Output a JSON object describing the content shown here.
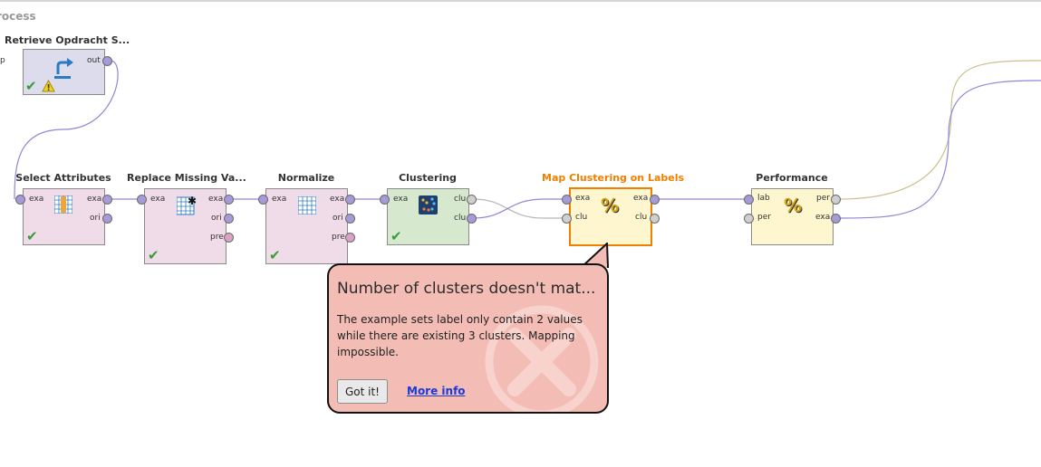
{
  "canvas": {
    "process_label": "rocess"
  },
  "operators": {
    "retrieve": {
      "title": "Retrieve Opdracht S...",
      "ports_out": [
        "out"
      ]
    },
    "select_attributes": {
      "title": "Select Attributes",
      "ports_in": [
        "exa"
      ],
      "ports_out": [
        "exa",
        "ori"
      ]
    },
    "replace_missing": {
      "title": "Replace Missing Va...",
      "ports_in": [
        "exa"
      ],
      "ports_out": [
        "exa",
        "ori",
        "pre"
      ]
    },
    "normalize": {
      "title": "Normalize",
      "ports_in": [
        "exa"
      ],
      "ports_out": [
        "exa",
        "ori",
        "pre"
      ]
    },
    "clustering": {
      "title": "Clustering",
      "ports_in": [
        "exa"
      ],
      "ports_out": [
        "clu",
        "clu"
      ]
    },
    "map_clustering": {
      "title": "Map Clustering on Labels",
      "ports_in": [
        "exa",
        "clu"
      ],
      "ports_out": [
        "exa",
        "clu"
      ]
    },
    "performance": {
      "title": "Performance",
      "ports_in": [
        "lab",
        "per"
      ],
      "ports_out": [
        "per",
        "exa"
      ]
    }
  },
  "left_edge_port_label": "p",
  "tooltip": {
    "title": "Number of clusters doesn't mat...",
    "message": "The example sets label only contain 2 values while there are existing 3 clusters. Mapping impossible.",
    "got_it_label": "Got it!",
    "more_info_label": "More info"
  },
  "colors": {
    "selected_border": "#f07f00",
    "error_background": "#f3bcb5",
    "link": "#1a3bd8"
  }
}
